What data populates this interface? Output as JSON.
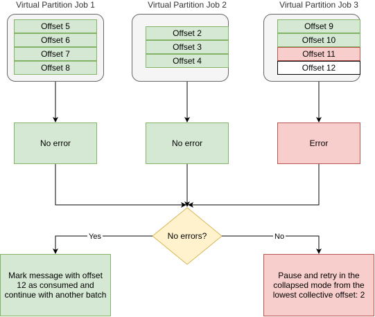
{
  "jobs": [
    {
      "title": "Virtual Partition Job 1",
      "offsets": [
        {
          "label": "Offset 5",
          "state": "ok"
        },
        {
          "label": "Offset 6",
          "state": "ok"
        },
        {
          "label": "Offset 7",
          "state": "ok"
        },
        {
          "label": "Offset 8",
          "state": "ok"
        }
      ]
    },
    {
      "title": "Virtual Partition Job 2",
      "offsets": [
        {
          "label": "Offset 2",
          "state": "ok"
        },
        {
          "label": "Offset 3",
          "state": "ok"
        },
        {
          "label": "Offset 4",
          "state": "ok"
        }
      ]
    },
    {
      "title": "Virtual Partition Job 3",
      "offsets": [
        {
          "label": "Offset 9",
          "state": "ok"
        },
        {
          "label": "Offset 10",
          "state": "ok"
        },
        {
          "label": "Offset 11",
          "state": "error"
        },
        {
          "label": "Offset 12",
          "state": "pending"
        }
      ]
    }
  ],
  "results": [
    {
      "label": "No error",
      "state": "ok"
    },
    {
      "label": "No error",
      "state": "ok"
    },
    {
      "label": "Error",
      "state": "error"
    }
  ],
  "decision": {
    "label": "No errors?"
  },
  "branches": {
    "yes": {
      "label": "Yes",
      "outcome": "Mark message with offset 12 as consumed and continue with another batch"
    },
    "no": {
      "label": "No",
      "outcome": "Pause and retry in the collapsed mode from the lowest collective offset: 2"
    }
  },
  "colors": {
    "ok_fill": "#d5e8d4",
    "ok_stroke": "#82b366",
    "error_fill": "#f8cecc",
    "error_stroke": "#b85450",
    "decision_fill": "#fff2cc",
    "decision_stroke": "#d6b656",
    "container_fill": "#f5f5f5",
    "container_stroke": "#666666"
  }
}
